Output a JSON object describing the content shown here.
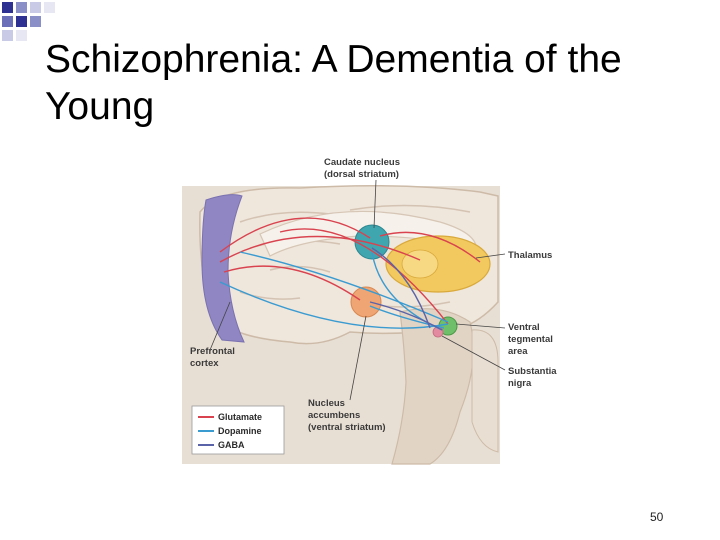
{
  "slide": {
    "title": "Schizophrenia: A Dementia of the Young",
    "page_number": "50"
  },
  "colors": {
    "glutamate": "#d9434f",
    "dopamine": "#3a9bd1",
    "gaba": "#5a63a8",
    "corner_squares": "#2e3192"
  },
  "diagram": {
    "labels": {
      "caudate_line1": "Caudate nucleus",
      "caudate_line2": "(dorsal striatum)",
      "thalamus": "Thalamus",
      "vta_line1": "Ventral",
      "vta_line2": "tegmental",
      "vta_line3": "area",
      "sn_line1": "Substantia",
      "sn_line2": "nigra",
      "prefrontal_line1": "Prefrontal",
      "prefrontal_line2": "cortex",
      "nacc_line1": "Nucleus",
      "nacc_line2": "accumbens",
      "nacc_line3": "(ventral striatum)"
    },
    "legend": [
      {
        "label": "Glutamate",
        "color": "#d9434f"
      },
      {
        "label": "Dopamine",
        "color": "#3a9bd1"
      },
      {
        "label": "GABA",
        "color": "#5a63a8"
      }
    ]
  }
}
